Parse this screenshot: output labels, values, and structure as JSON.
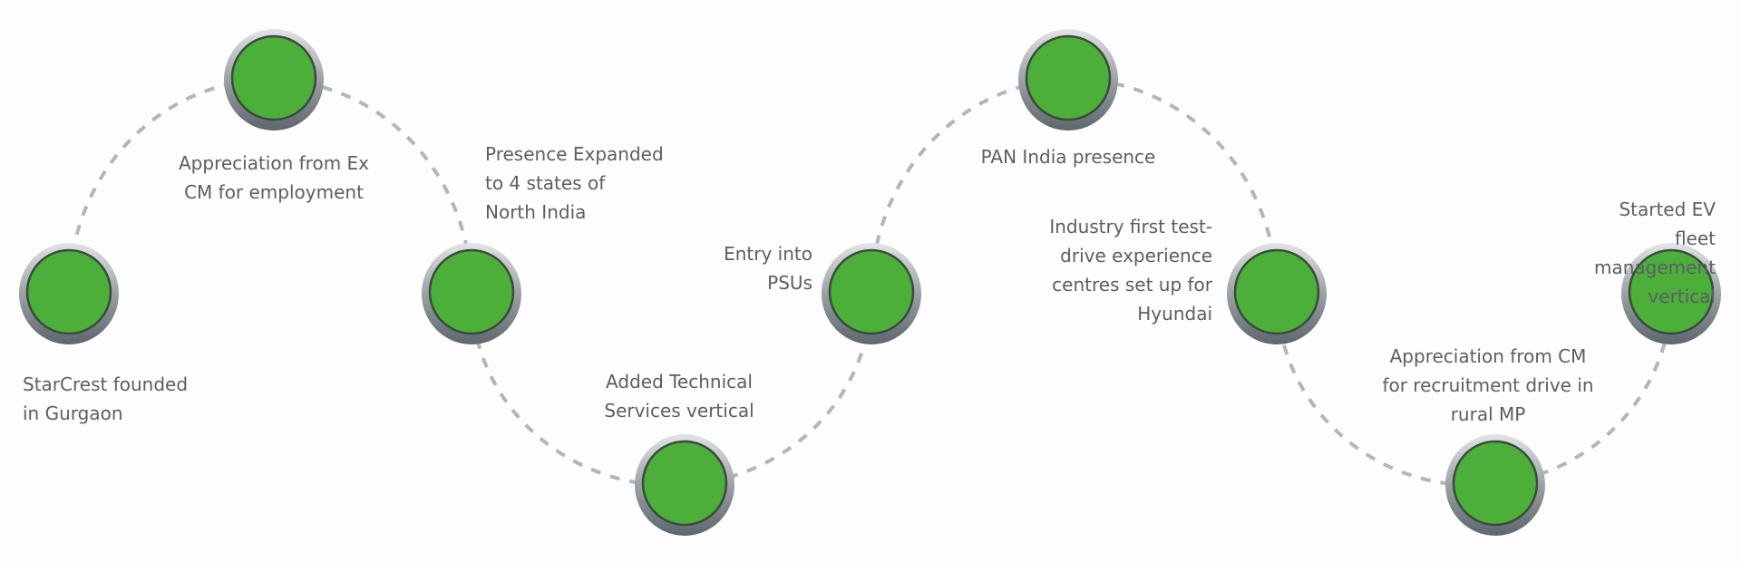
{
  "colors": {
    "node_fill": "#4caf3a",
    "node_ring": "#8a9094",
    "connector": "#b5b5b5",
    "text": "#5a5f63"
  },
  "milestones": [
    {
      "label": "StarCrest founded\nin Gurgaon"
    },
    {
      "label": "Appreciation from Ex\nCM for employment"
    },
    {
      "label": "Presence Expanded\nto 4 states of\nNorth India"
    },
    {
      "label": "Added Technical\nServices vertical"
    },
    {
      "label": "Entry into\nPSUs"
    },
    {
      "label": "PAN India presence"
    },
    {
      "label": "Industry first test-\ndrive experience\ncentres set up for\nHyundai"
    },
    {
      "label": "Appreciation from CM\nfor recruitment drive in\nrural MP"
    },
    {
      "label": "Started EV fleet\nmanagement vertical"
    }
  ]
}
